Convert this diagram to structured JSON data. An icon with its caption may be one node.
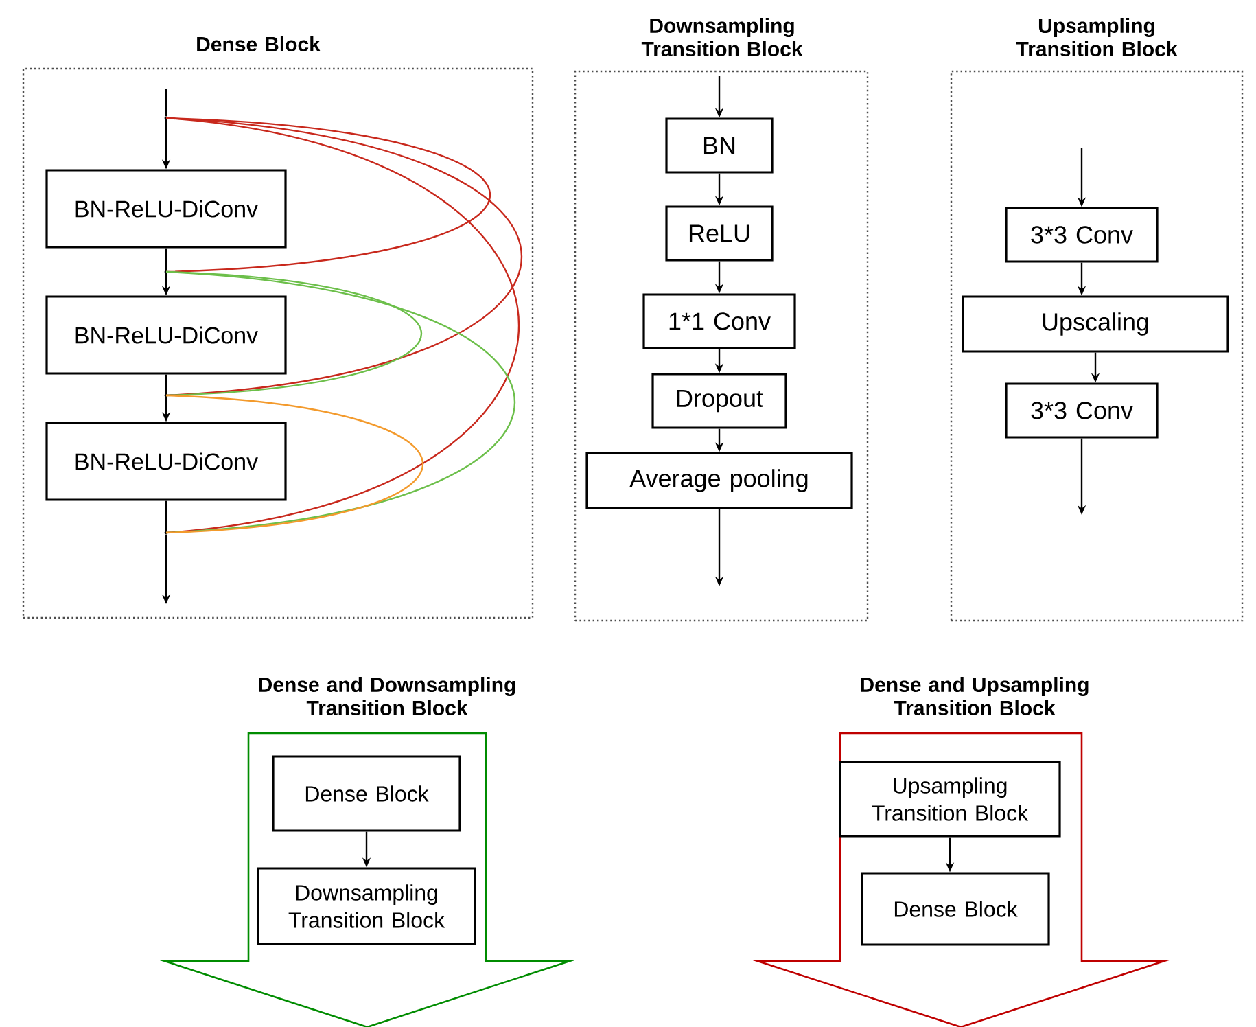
{
  "diagram": {
    "nodes": [
      {
        "text": [
          "Dense Block"
        ]
      },
      {
        "text": [],
        "shape": "dot",
        "in": 0
      },
      {
        "text": [
          "BN-ReLU-DiConv"
        ],
        "in": 0
      },
      {
        "text": [],
        "shape": "dot",
        "in": 0
      },
      {
        "text": [
          "BN-ReLU-DiConv"
        ],
        "in": 0
      },
      {
        "text": [],
        "shape": "dot",
        "in": 0
      },
      {
        "text": [
          "BN-ReLU-DiConv"
        ],
        "in": 0
      },
      {
        "text": [],
        "shape": "dot",
        "in": 0
      },
      {
        "text": [
          "Downsampling Transition Block"
        ]
      },
      {
        "text": [
          "BN"
        ],
        "in": 8
      },
      {
        "text": [
          "ReLU"
        ],
        "in": 8
      },
      {
        "text": [
          "1*1 Conv"
        ],
        "in": 8
      },
      {
        "text": [
          "Dropout"
        ],
        "in": 8
      },
      {
        "text": [
          "Average pooling"
        ],
        "in": 8
      },
      {
        "text": [
          "Upsampling Transition Block"
        ]
      },
      {
        "text": [
          "3*3 Conv"
        ],
        "in": 14
      },
      {
        "text": [
          "Upscaling"
        ],
        "in": 14
      },
      {
        "text": [
          "3*3 Conv"
        ],
        "in": 14
      },
      {
        "text": [
          "Dense and Downsampling Transition Block"
        ]
      },
      {
        "text": [
          "Dense Block"
        ],
        "in": 18
      },
      {
        "text": [
          "Downsampling Transition Block"
        ],
        "in": 18
      },
      {
        "text": [
          "Dense and Upsampling Transition Block"
        ]
      },
      {
        "text": [
          "Upsampling Transition Block"
        ],
        "in": 21
      },
      {
        "text": [
          "Dense Block"
        ],
        "in": 21
      }
    ],
    "edges": [
      {
        "from": null,
        "to": 1,
        "arrow": "none"
      },
      {
        "from": 1,
        "to": 2,
        "arrow": "to"
      },
      {
        "from": 2,
        "to": 3,
        "arrow": "none"
      },
      {
        "from": 3,
        "to": 4,
        "arrow": "to"
      },
      {
        "from": 4,
        "to": 5,
        "arrow": "none"
      },
      {
        "from": 5,
        "to": 6,
        "arrow": "to"
      },
      {
        "from": 6,
        "to": 7,
        "arrow": "none"
      },
      {
        "from": 7,
        "to": null,
        "arrow": "to"
      },
      {
        "from": 1,
        "to": 3,
        "arrow": "none",
        "color": "#c8281c"
      },
      {
        "from": 1,
        "to": 5,
        "arrow": "none",
        "color": "#c8281c"
      },
      {
        "from": 1,
        "to": 7,
        "arrow": "none",
        "color": "#c8281c"
      },
      {
        "from": 3,
        "to": 5,
        "arrow": "none",
        "color": "#6cbf4a"
      },
      {
        "from": 3,
        "to": 7,
        "arrow": "none",
        "color": "#6cbf4a"
      },
      {
        "from": 5,
        "to": 7,
        "arrow": "none",
        "color": "#f39a2c"
      },
      {
        "from": null,
        "to": 9,
        "arrow": "to"
      },
      {
        "from": 9,
        "to": 10,
        "arrow": "to"
      },
      {
        "from": 10,
        "to": 11,
        "arrow": "to"
      },
      {
        "from": 11,
        "to": 12,
        "arrow": "to"
      },
      {
        "from": 12,
        "to": 13,
        "arrow": "to"
      },
      {
        "from": 13,
        "to": null,
        "arrow": "to"
      },
      {
        "from": null,
        "to": 15,
        "arrow": "to"
      },
      {
        "from": 15,
        "to": 16,
        "arrow": "to"
      },
      {
        "from": 16,
        "to": 17,
        "arrow": "to"
      },
      {
        "from": 17,
        "to": null,
        "arrow": "to"
      },
      {
        "from": 19,
        "to": 20,
        "arrow": "to"
      },
      {
        "from": 22,
        "to": 23,
        "arrow": "to"
      }
    ]
  }
}
